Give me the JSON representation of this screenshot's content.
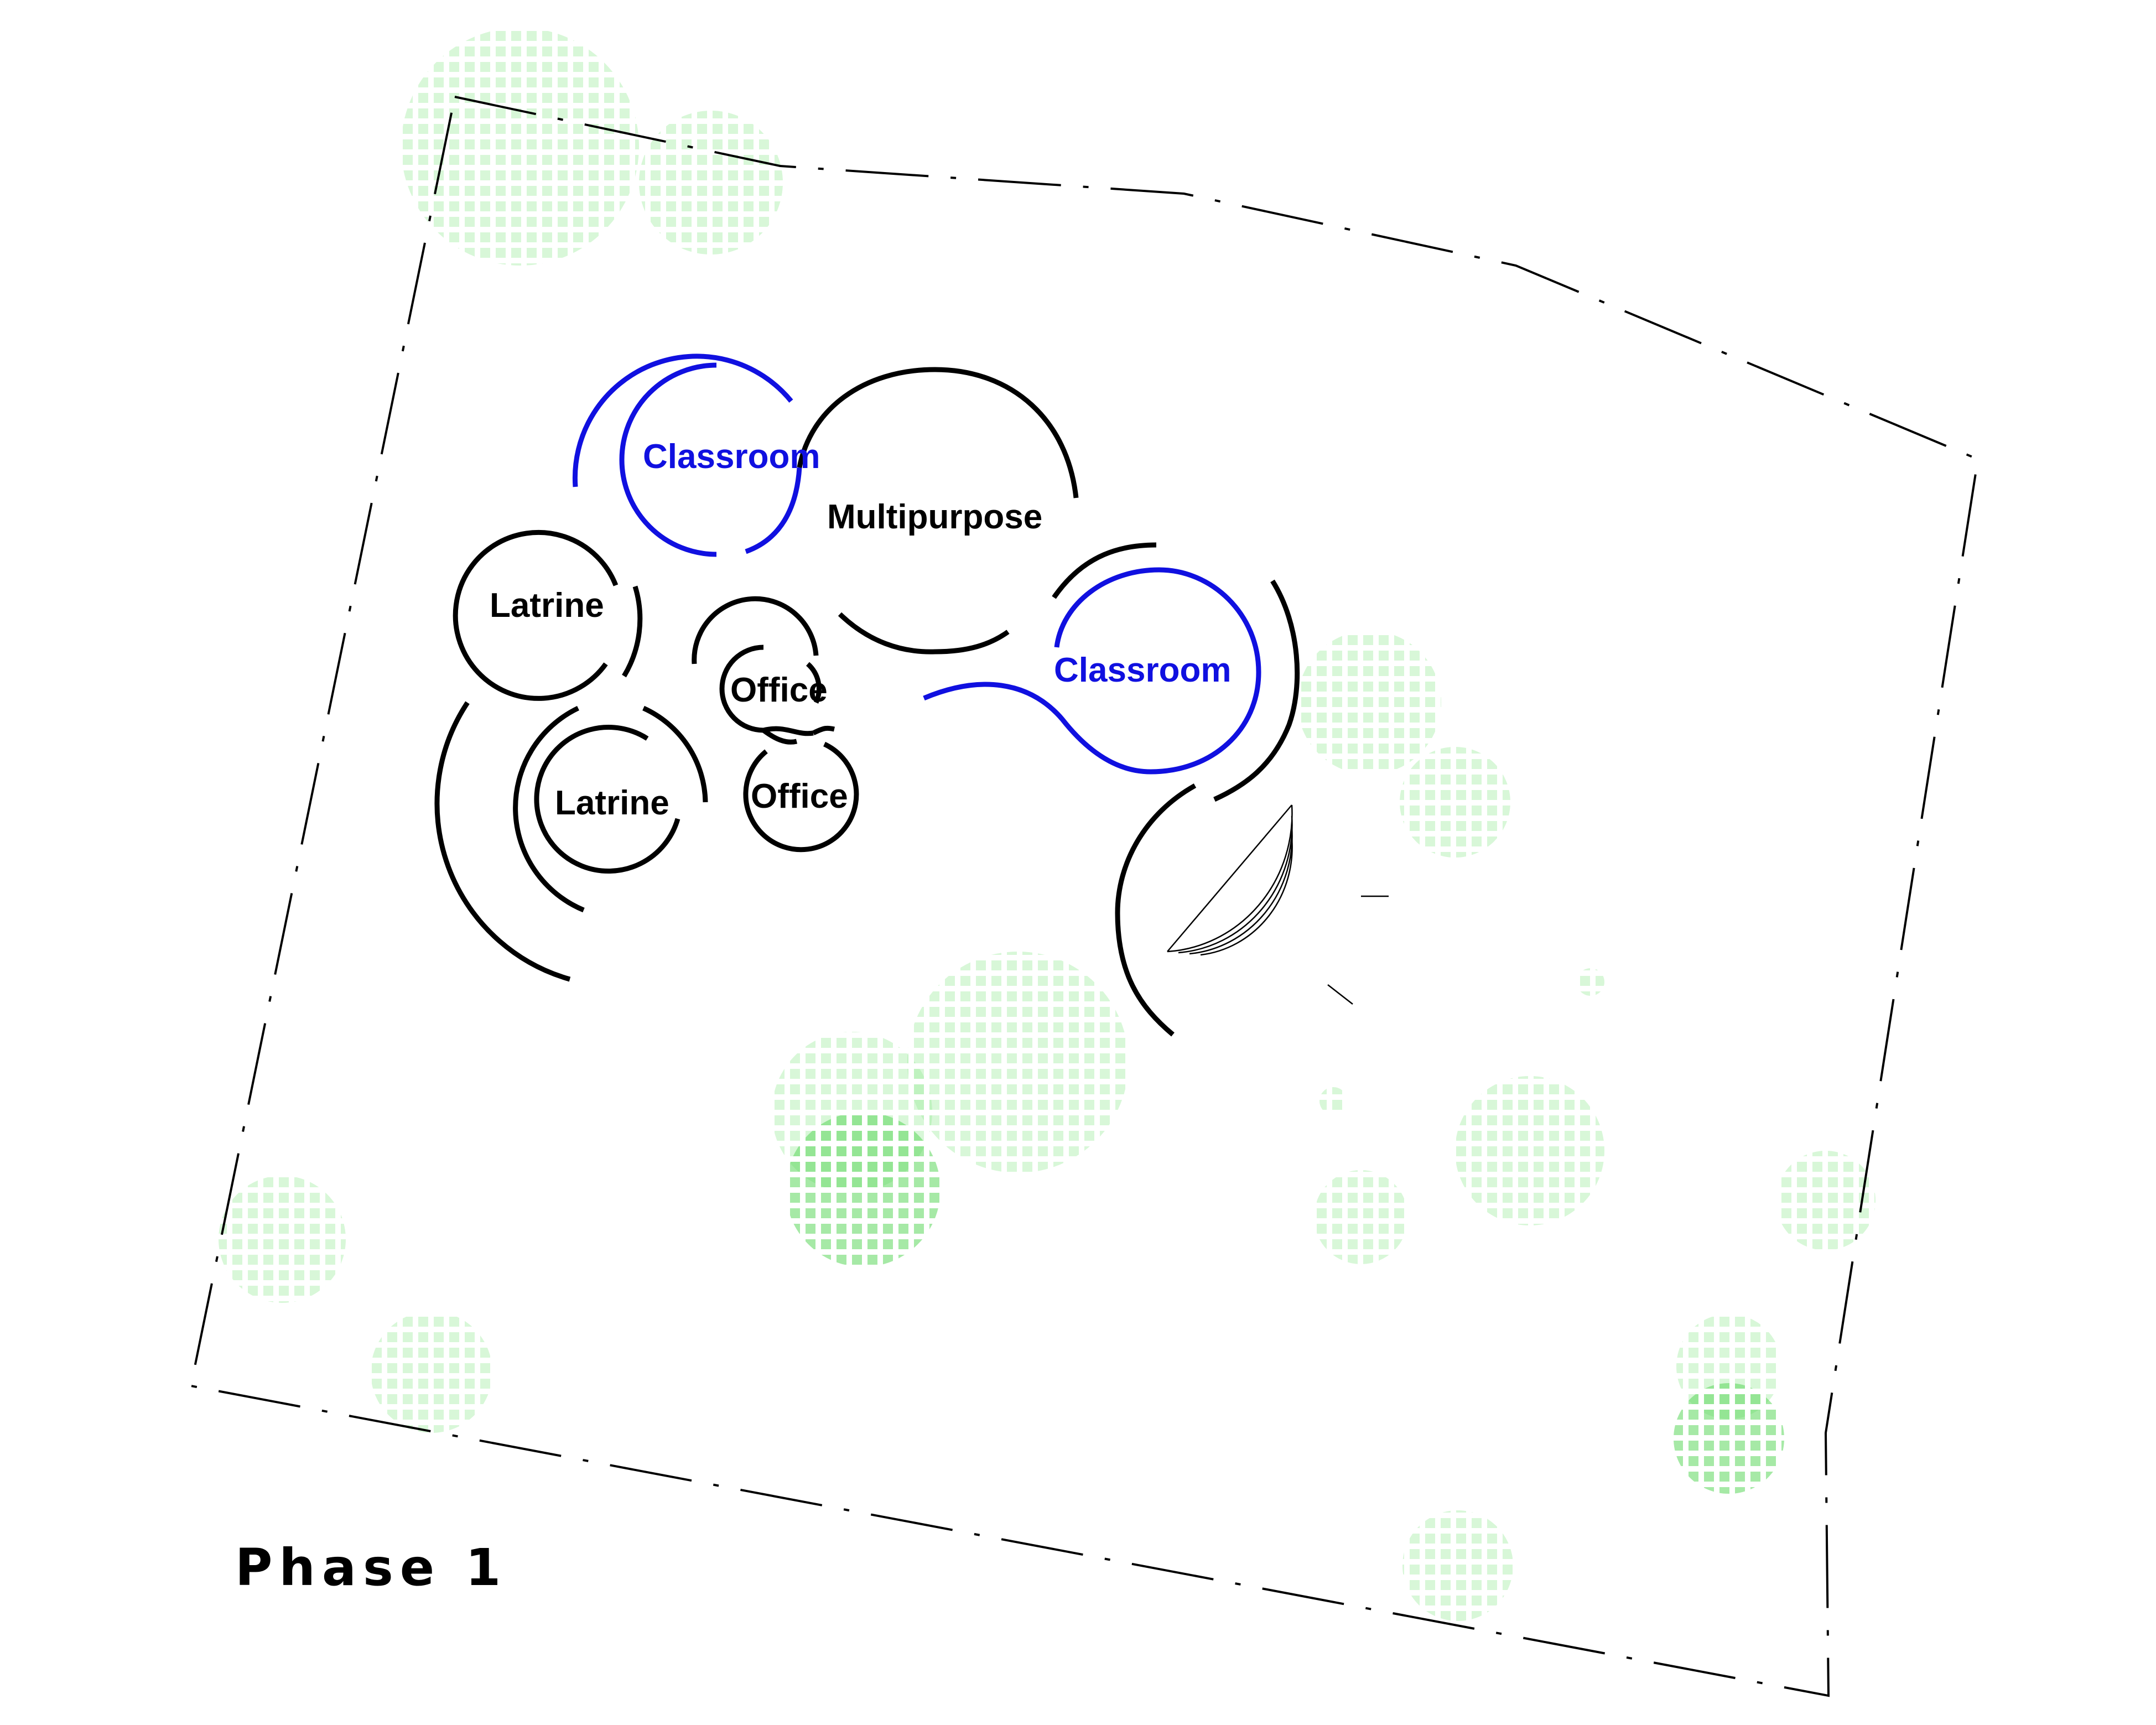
{
  "colors": {
    "wall": "#000000",
    "classroom": "#1010e0",
    "tree": "#7ee07e"
  },
  "rooms": {
    "classroom_1": "Classroom",
    "multipurpose": "Multipurpose",
    "latrine_1": "Latrine",
    "latrine_2": "Latrine",
    "office_1": "Office",
    "office_2": "Office",
    "classroom_2": "Classroom"
  },
  "phase_label": "Phase 1",
  "icons": {
    "trees": "tree-canopy-icon",
    "amphitheatre": "amphitheatre-seating-icon"
  }
}
